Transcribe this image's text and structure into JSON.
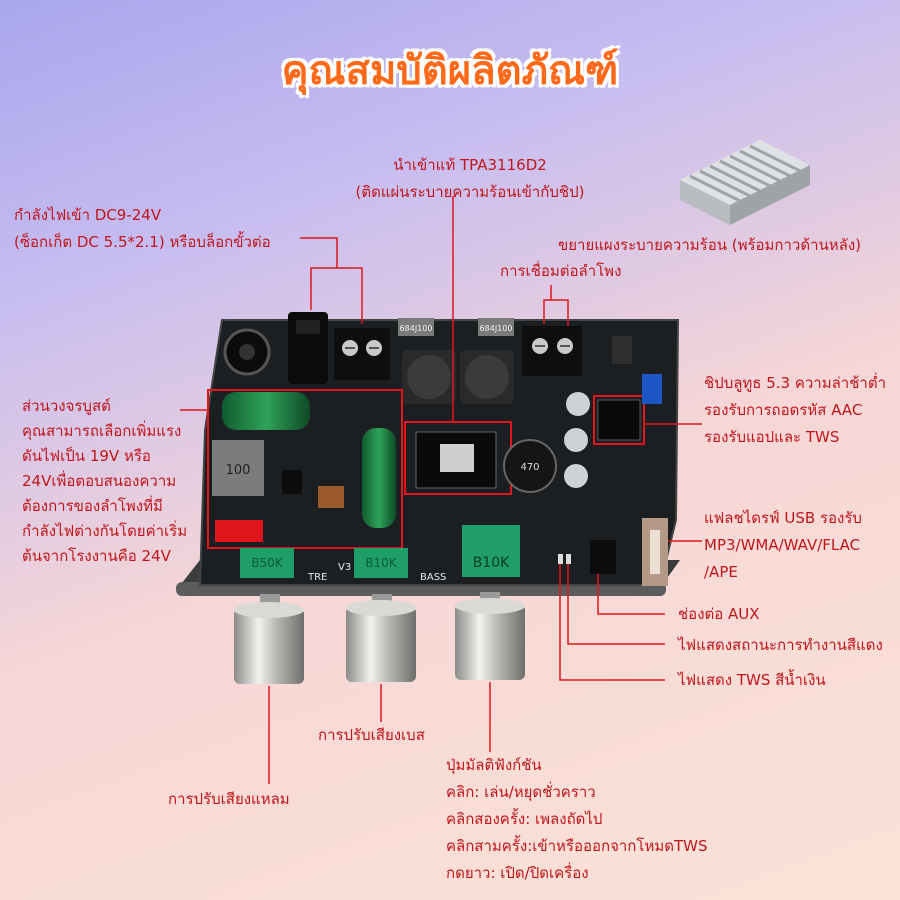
{
  "title": "คุณสมบัติผลิตภัณฑ์",
  "labels": {
    "power_in": [
      "กำลังไฟเข้า DC9-24V",
      "(ซ็อกเก็ต DC 5.5*2.1) หรือบล็อกขั้วต่อ"
    ],
    "chip": [
      "นำเข้าแท้ TPA3116D2",
      "(ติดแผ่นระบายความร้อนเข้ากับชิป)"
    ],
    "heatsink": "ขยายแผงระบายความร้อน (พร้อมกาวด้านหลัง)",
    "speaker": "การเชื่อมต่อลำโพง",
    "booster": [
      "ส่วนวงจรบูสต์",
      "คุณสามารถเลือกเพิ่มแรง",
      "ดันไฟเป็น  19V  หรือ",
      "24Vเพื่อตอบสนองความ",
      "ต้องการของลำโพงที่มี",
      "กำลังไฟต่างกันโดยค่าเริ่ม",
      "ต้นจากโรงงานคือ 24V"
    ],
    "bluetooth": [
      "ชิปบลูทูธ 5.3 ความล่าช้าต่ำ",
      "รองรับการถอดรหัส   AAC",
      "รองรับแอปและ TWS"
    ],
    "usb": [
      "แฟลชไดรฟ์  USB  รองรับ",
      "MP3/WMA/WAV/FLAC",
      "/APE"
    ],
    "aux": "ช่องต่อ AUX",
    "status_led": "ไฟแสดงสถานะการทำงานสีแดง",
    "tws_led": "ไฟแสดง TWS สีน้ำเงิน",
    "bass": "การปรับเสียงเบส",
    "treble": "การปรับเสียงแหลม",
    "multi_knob": [
      "ปุ่มมัลติฟังก์ชัน",
      "คลิก: เล่น/หยุดชั่วคราว",
      "คลิกสองครั้ง: เพลงถัดไป",
      "คลิกสามครั้ง:เข้าหรือออกจากโหมดTWS",
      "กดยาว: เปิด/ปิดเครื่อง"
    ]
  },
  "board_text": {
    "pot1": "B50K",
    "pot2": "B10K",
    "pot3": "B10K",
    "tre": "TRE",
    "v3": "V3",
    "bass": "BASS",
    "cap_text": "470",
    "inductor": "100",
    "coil": "684J100"
  },
  "colors": {
    "callout": "#c0161c",
    "title": "#ff6a1a",
    "pcb": "#1c1f22",
    "pot": "#1f9e6a"
  }
}
